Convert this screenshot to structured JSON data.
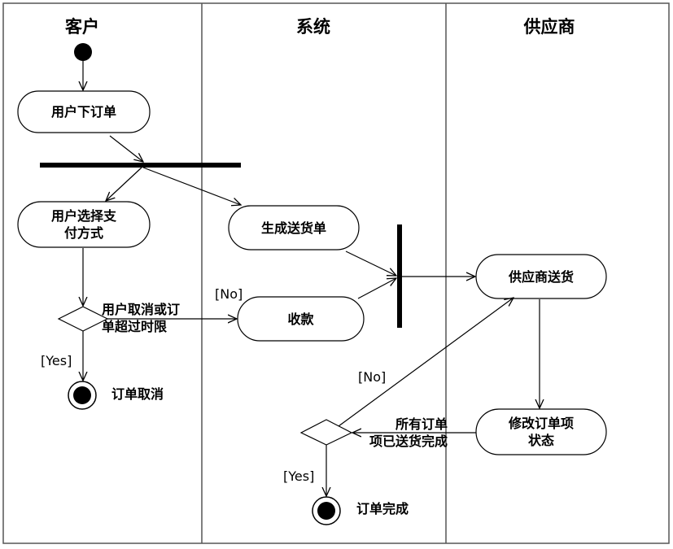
{
  "lanes": [
    {
      "title": "客户"
    },
    {
      "title": "系统"
    },
    {
      "title": "供应商"
    }
  ],
  "actions": {
    "place_order": "用户下订单",
    "choose_payment": "用户选择支\n付方式",
    "generate_delivery": "生成送货单",
    "collect_payment": "收款",
    "supplier_ship": "供应商送货",
    "update_status": "修改订单项\n状态"
  },
  "conditions": {
    "cancel_or_timeout": "用户取消或订\n单超过时限",
    "all_items_shipped": "所有订单\n项已送货完成"
  },
  "guards": {
    "no_1": "[No]",
    "yes_1": "[Yes]",
    "no_2": "[No]",
    "yes_2": "[Yes]"
  },
  "finals": {
    "order_cancelled": "订单取消",
    "order_completed": "订单完成"
  }
}
